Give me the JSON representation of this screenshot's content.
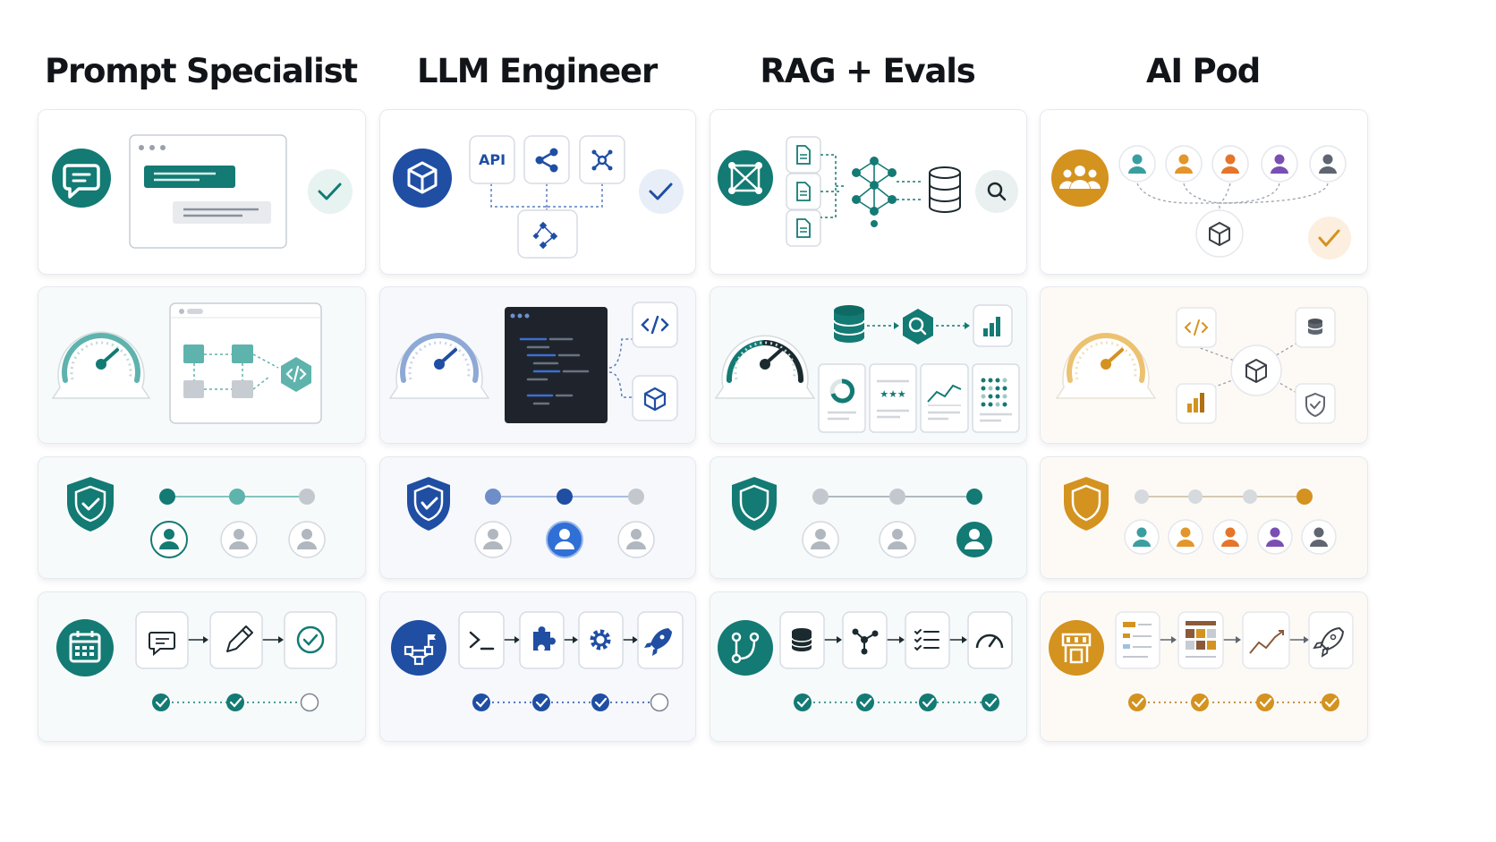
{
  "columns": [
    {
      "title": "Prompt Specialist"
    },
    {
      "title": "LLM Engineer"
    },
    {
      "title": "RAG + Evals"
    },
    {
      "title": "AI Pod"
    }
  ],
  "labels": {
    "api": "API",
    "stars": "★★★"
  },
  "colors": {
    "teal": "#137a74",
    "teal_light": "#5fb3ad",
    "blue": "#1f4ea3",
    "blue_light": "#8fa9d6",
    "amber": "#d4921f",
    "amber_light": "#ecc271",
    "dark_panel": "#1f242c",
    "gray": "#b9bec6",
    "text": "#111418"
  },
  "icons": {
    "row1": [
      "chat-bubble-icon",
      "cube-icon",
      "network-icon",
      "team-icon"
    ],
    "row2": [
      "speedometer-icon",
      "speedometer-icon",
      "speedometer-icon",
      "speedometer-icon"
    ],
    "row3": [
      "shield-check-icon",
      "shield-check-icon",
      "shield-icon",
      "shield-icon"
    ],
    "row4": [
      "calendar-icon",
      "workflow-icon",
      "route-icon",
      "storefront-icon"
    ]
  }
}
